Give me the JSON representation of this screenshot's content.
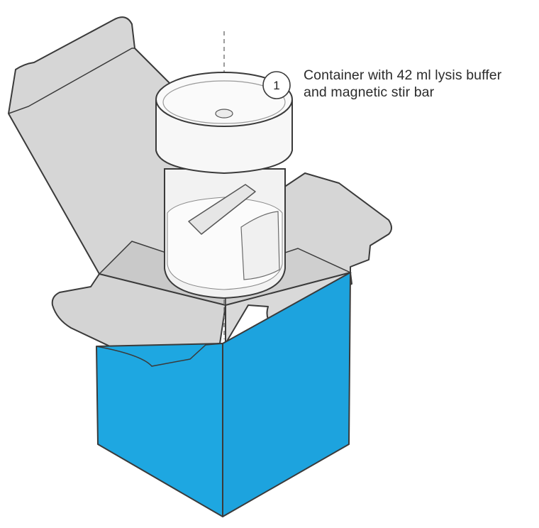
{
  "callout": {
    "number": "1",
    "line1": "Container with 42 ml lysis buffer",
    "line2": "and magnetic stir bar"
  },
  "colors": {
    "box_blue": "#1ea7e1",
    "flap_gray": "#d4d4d4",
    "outline": "#3a3a3a",
    "container_white": "#f8f8f8"
  }
}
